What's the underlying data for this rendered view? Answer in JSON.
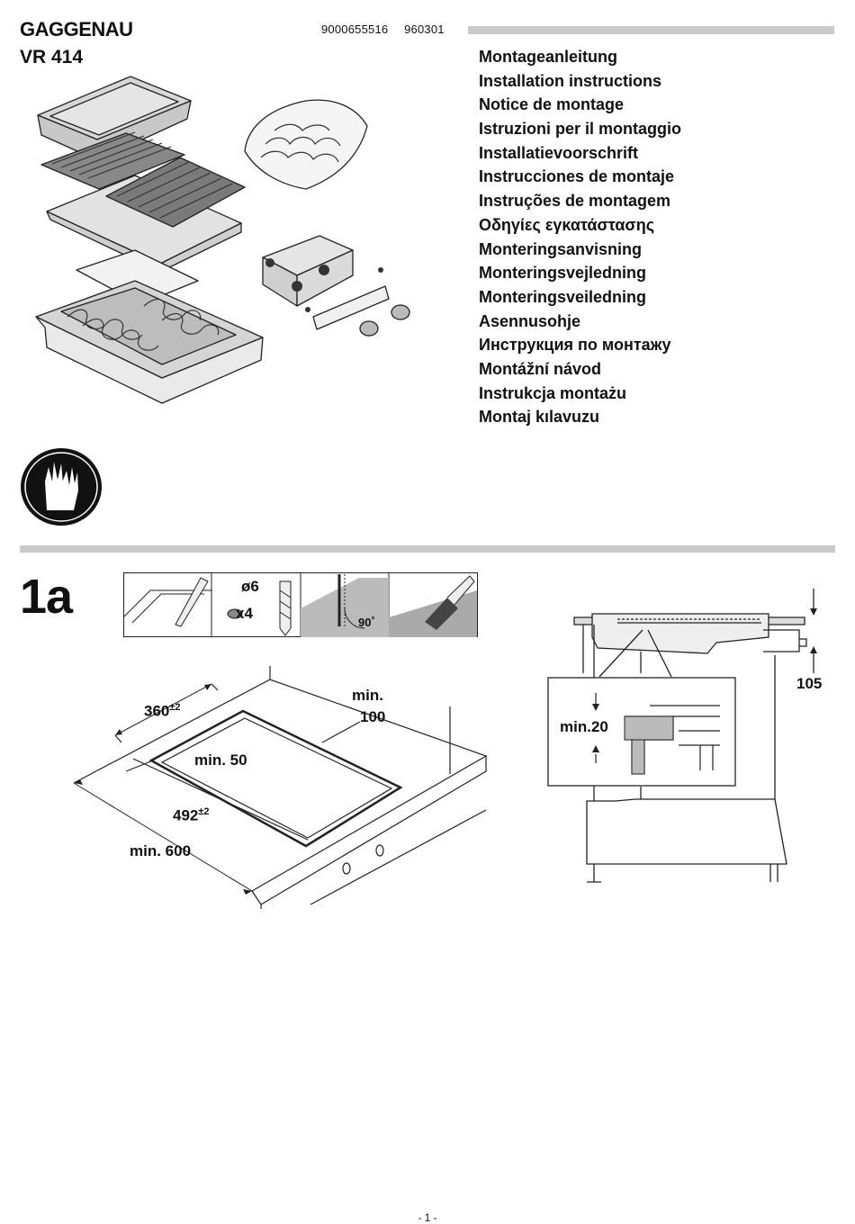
{
  "header": {
    "brand": "GAGGENAU",
    "model": "VR 414",
    "doc_number": "9000655516",
    "doc_date": "960301"
  },
  "languages": [
    "Montageanleitung",
    "Installation instructions",
    "Notice de montage",
    "Istruzioni per il montaggio",
    "Installatievoorschrift",
    "Instrucciones de montaje",
    "Instruções de montagem",
    "Οδηγίες εγκατάστασης",
    "Monteringsanvisning",
    "Monteringsvejledning",
    "Monteringsveiledning",
    "Asennusohje",
    "Инструкция по монтажу",
    "Montážní návod",
    "Instrukcja montażu",
    "Montaj kılavuzu"
  ],
  "section": {
    "number": "1a",
    "tools": {
      "drill_diameter": "ø6",
      "quantity": "x4",
      "angle": "90",
      "degree": "°"
    },
    "cutout": {
      "depth_base": "360",
      "depth_tol": "±2",
      "back_min_line1": "min.",
      "back_min_line2": "100",
      "front_min": "min. 50",
      "width_base": "492",
      "width_tol": "±2",
      "counter_min": "min. 600"
    },
    "side_view": {
      "height": "105",
      "clearance": "min.20"
    }
  },
  "footer": {
    "page": "- 1 -"
  }
}
